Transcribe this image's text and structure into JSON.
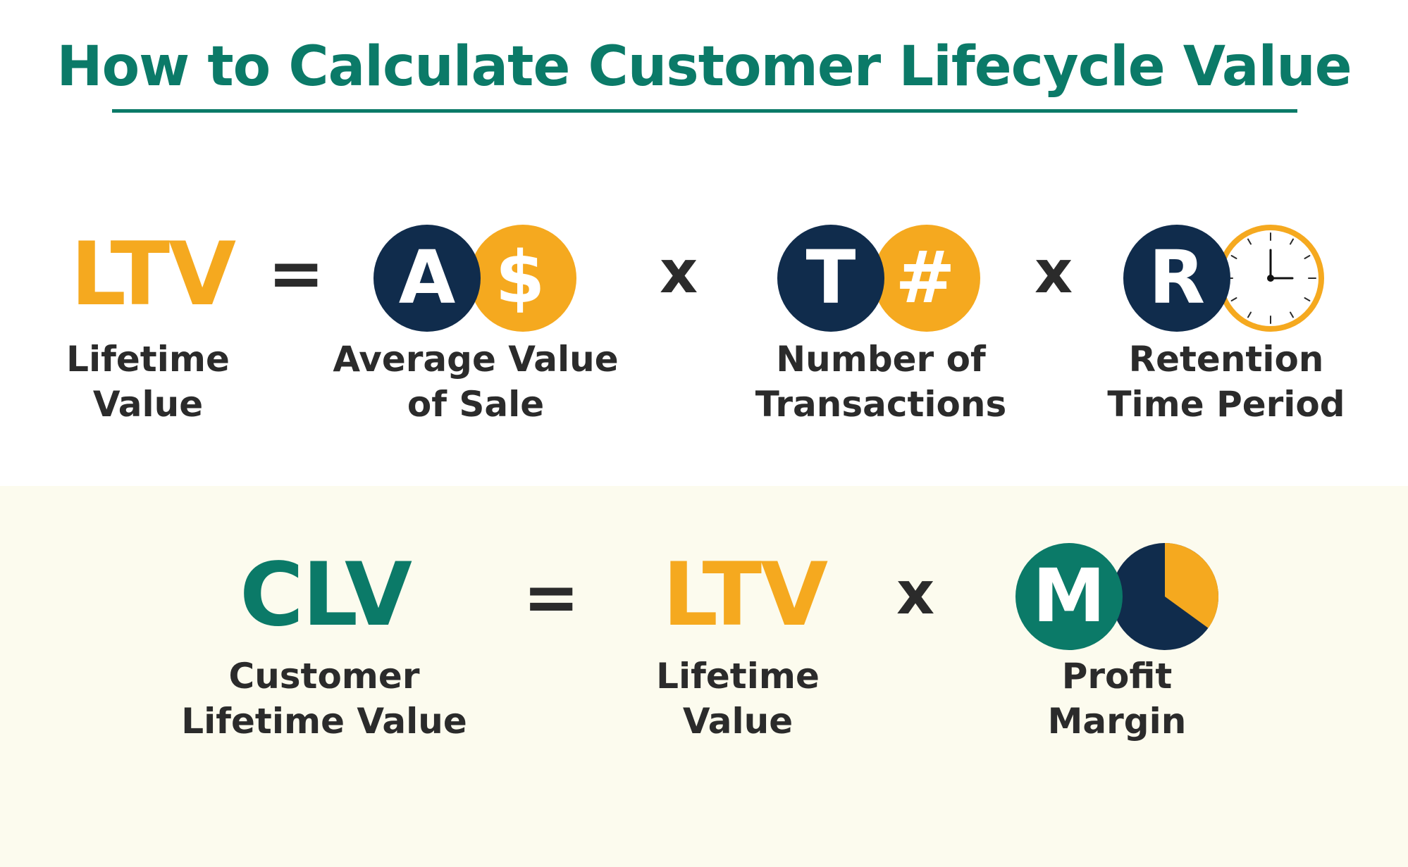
{
  "title": "How to Calculate Customer Lifecycle Value",
  "colors": {
    "teal": "#0b7a68",
    "orange": "#f5a91f",
    "navy": "#102c4c",
    "text": "#2b2b2b",
    "panel": "#fcfbee"
  },
  "ltv_formula": {
    "lhs": {
      "abbr": "LTV",
      "label_line1": "Lifetime",
      "label_line2": "Value"
    },
    "equals": "=",
    "terms": [
      {
        "letter": "A",
        "symbol": "$",
        "icon": "dollar-icon",
        "label_line1": "Average Value",
        "label_line2": "of Sale"
      },
      {
        "letter": "T",
        "symbol": "#",
        "icon": "hash-icon",
        "label_line1": "Number of",
        "label_line2": "Transactions"
      },
      {
        "letter": "R",
        "symbol": "",
        "icon": "clock-icon",
        "label_line1": "Retention",
        "label_line2": "Time Period"
      }
    ],
    "operators": [
      "x",
      "x"
    ]
  },
  "clv_formula": {
    "lhs": {
      "abbr": "CLV",
      "label_line1": "Customer",
      "label_line2": "Lifetime Value"
    },
    "equals": "=",
    "middle": {
      "abbr": "LTV",
      "label_line1": "Lifetime",
      "label_line2": "Value"
    },
    "operator": "x",
    "term": {
      "letter": "M",
      "icon": "pie-chart-icon",
      "label_line1": "Profit",
      "label_line2": "Margin"
    }
  }
}
